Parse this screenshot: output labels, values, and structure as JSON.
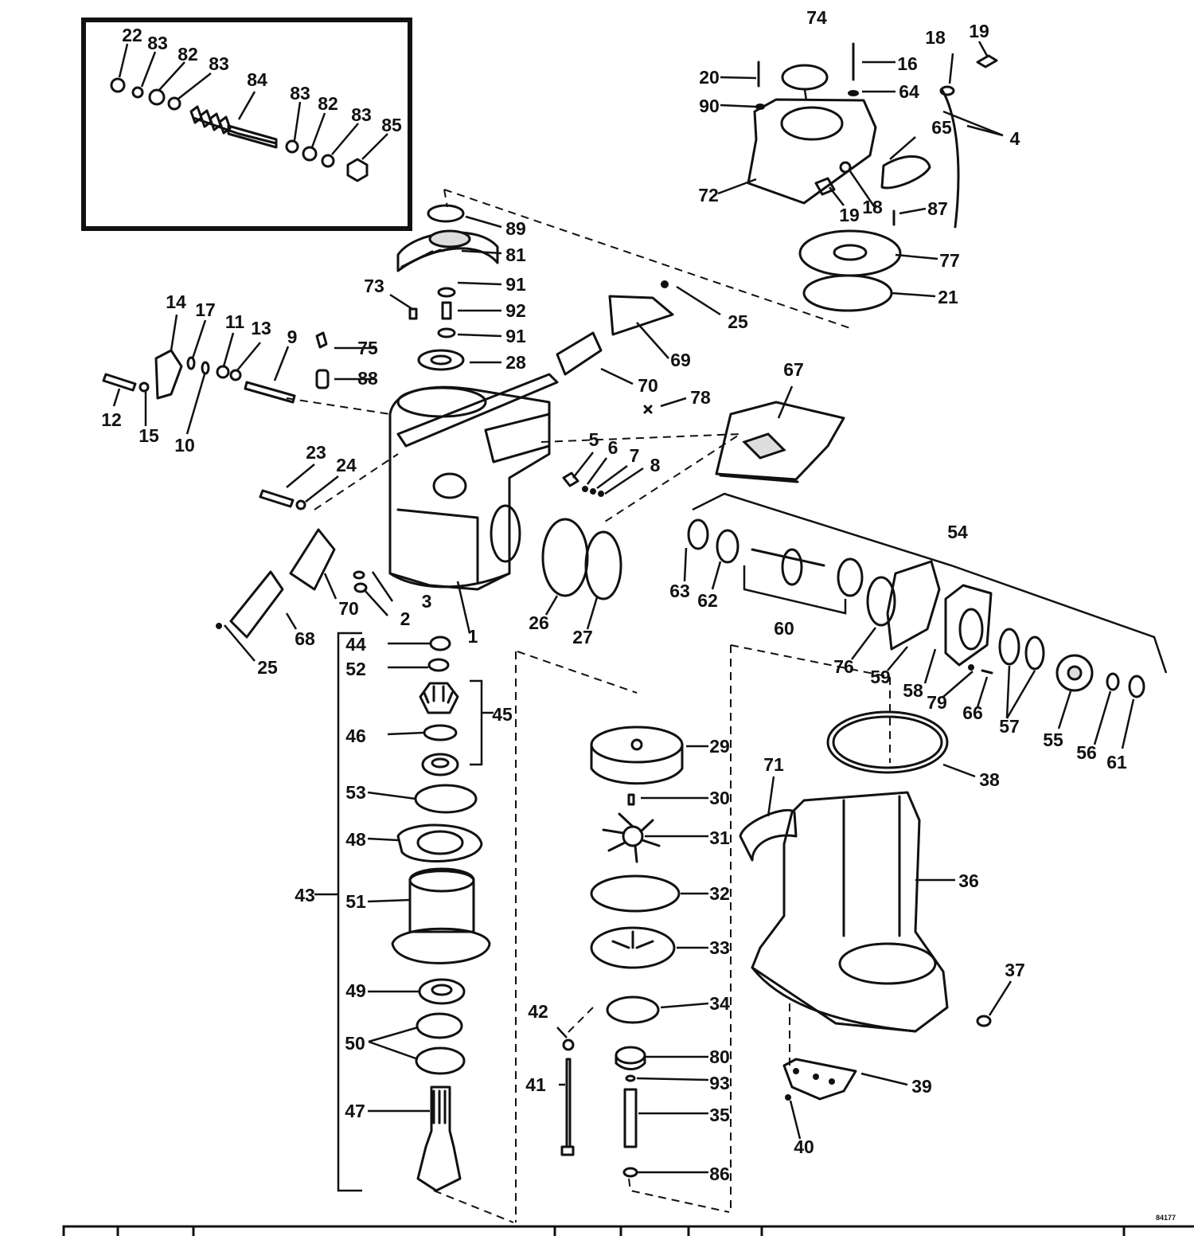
{
  "drawing_code": "84177",
  "callouts": [
    {
      "id": "c-22",
      "label": "22"
    },
    {
      "id": "c-83a",
      "label": "83"
    },
    {
      "id": "c-82a",
      "label": "82"
    },
    {
      "id": "c-83b",
      "label": "83"
    },
    {
      "id": "c-84",
      "label": "84"
    },
    {
      "id": "c-83c",
      "label": "83"
    },
    {
      "id": "c-82b",
      "label": "82"
    },
    {
      "id": "c-83d",
      "label": "83"
    },
    {
      "id": "c-85",
      "label": "85"
    },
    {
      "id": "c-74",
      "label": "74"
    },
    {
      "id": "c-20",
      "label": "20"
    },
    {
      "id": "c-16",
      "label": "16"
    },
    {
      "id": "c-18a",
      "label": "18"
    },
    {
      "id": "c-19a",
      "label": "19"
    },
    {
      "id": "c-90",
      "label": "90"
    },
    {
      "id": "c-64",
      "label": "64"
    },
    {
      "id": "c-65",
      "label": "65"
    },
    {
      "id": "c-4",
      "label": "4"
    },
    {
      "id": "c-72",
      "label": "72"
    },
    {
      "id": "c-19b",
      "label": "19"
    },
    {
      "id": "c-18b",
      "label": "18"
    },
    {
      "id": "c-87",
      "label": "87"
    },
    {
      "id": "c-77",
      "label": "77"
    },
    {
      "id": "c-21",
      "label": "21"
    },
    {
      "id": "c-89",
      "label": "89"
    },
    {
      "id": "c-81",
      "label": "81"
    },
    {
      "id": "c-73",
      "label": "73"
    },
    {
      "id": "c-91a",
      "label": "91"
    },
    {
      "id": "c-92",
      "label": "92"
    },
    {
      "id": "c-91b",
      "label": "91"
    },
    {
      "id": "c-25a",
      "label": "25"
    },
    {
      "id": "c-14",
      "label": "14"
    },
    {
      "id": "c-17",
      "label": "17"
    },
    {
      "id": "c-11",
      "label": "11"
    },
    {
      "id": "c-13",
      "label": "13"
    },
    {
      "id": "c-9",
      "label": "9"
    },
    {
      "id": "c-75",
      "label": "75"
    },
    {
      "id": "c-28",
      "label": "28"
    },
    {
      "id": "c-69",
      "label": "69"
    },
    {
      "id": "c-88",
      "label": "88"
    },
    {
      "id": "c-70a",
      "label": "70"
    },
    {
      "id": "c-67",
      "label": "67"
    },
    {
      "id": "c-78",
      "label": "78"
    },
    {
      "id": "c-12",
      "label": "12"
    },
    {
      "id": "c-15",
      "label": "15"
    },
    {
      "id": "c-10",
      "label": "10"
    },
    {
      "id": "c-5",
      "label": "5"
    },
    {
      "id": "c-6",
      "label": "6"
    },
    {
      "id": "c-7",
      "label": "7"
    },
    {
      "id": "c-8",
      "label": "8"
    },
    {
      "id": "c-23",
      "label": "23"
    },
    {
      "id": "c-24",
      "label": "24"
    },
    {
      "id": "c-54",
      "label": "54"
    },
    {
      "id": "c-63",
      "label": "63"
    },
    {
      "id": "c-62",
      "label": "62"
    },
    {
      "id": "c-60",
      "label": "60"
    },
    {
      "id": "c-76",
      "label": "76"
    },
    {
      "id": "c-59",
      "label": "59"
    },
    {
      "id": "c-58",
      "label": "58"
    },
    {
      "id": "c-79",
      "label": "79"
    },
    {
      "id": "c-66",
      "label": "66"
    },
    {
      "id": "c-57",
      "label": "57"
    },
    {
      "id": "c-55",
      "label": "55"
    },
    {
      "id": "c-56",
      "label": "56"
    },
    {
      "id": "c-61",
      "label": "61"
    },
    {
      "id": "c-3",
      "label": "3"
    },
    {
      "id": "c-2",
      "label": "2"
    },
    {
      "id": "c-70b",
      "label": "70"
    },
    {
      "id": "c-1",
      "label": "1"
    },
    {
      "id": "c-26",
      "label": "26"
    },
    {
      "id": "c-27",
      "label": "27"
    },
    {
      "id": "c-68",
      "label": "68"
    },
    {
      "id": "c-25b",
      "label": "25"
    },
    {
      "id": "c-44",
      "label": "44"
    },
    {
      "id": "c-52",
      "label": "52"
    },
    {
      "id": "c-45",
      "label": "45"
    },
    {
      "id": "c-46",
      "label": "46"
    },
    {
      "id": "c-53",
      "label": "53"
    },
    {
      "id": "c-48",
      "label": "48"
    },
    {
      "id": "c-43",
      "label": "43"
    },
    {
      "id": "c-51",
      "label": "51"
    },
    {
      "id": "c-49",
      "label": "49"
    },
    {
      "id": "c-50",
      "label": "50"
    },
    {
      "id": "c-47",
      "label": "47"
    },
    {
      "id": "c-29",
      "label": "29"
    },
    {
      "id": "c-30",
      "label": "30"
    },
    {
      "id": "c-31",
      "label": "31"
    },
    {
      "id": "c-32",
      "label": "32"
    },
    {
      "id": "c-33",
      "label": "33"
    },
    {
      "id": "c-34",
      "label": "34"
    },
    {
      "id": "c-42",
      "label": "42"
    },
    {
      "id": "c-80",
      "label": "80"
    },
    {
      "id": "c-93",
      "label": "93"
    },
    {
      "id": "c-41",
      "label": "41"
    },
    {
      "id": "c-35",
      "label": "35"
    },
    {
      "id": "c-86",
      "label": "86"
    },
    {
      "id": "c-38",
      "label": "38"
    },
    {
      "id": "c-71",
      "label": "71"
    },
    {
      "id": "c-36",
      "label": "36"
    },
    {
      "id": "c-37",
      "label": "37"
    },
    {
      "id": "c-39",
      "label": "39"
    },
    {
      "id": "c-40",
      "label": "40"
    }
  ]
}
